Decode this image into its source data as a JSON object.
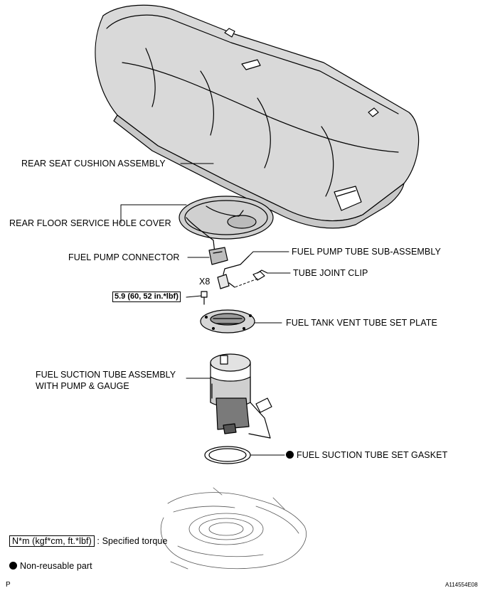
{
  "labels": {
    "rear_seat_cushion": "REAR SEAT CUSHION ASSEMBLY",
    "rear_floor_cover": "REAR FLOOR SERVICE HOLE COVER",
    "fuel_pump_connector": "FUEL PUMP CONNECTOR",
    "fuel_pump_tube": "FUEL PUMP TUBE SUB-ASSEMBLY",
    "tube_joint_clip": "TUBE JOINT CLIP",
    "x8": "X8",
    "torque_value": "5.9 (60, 52 in.*lbf)",
    "vent_tube_plate": "FUEL TANK VENT TUBE SET PLATE",
    "suction_tube_line1": "FUEL SUCTION TUBE ASSEMBLY",
    "suction_tube_line2": "WITH PUMP & GAUGE",
    "gasket": "FUEL SUCTION TUBE SET GASKET"
  },
  "legend": {
    "torque_unit": "N*m (kgf*cm, ft.*lbf)",
    "torque_desc": ": Specified torque",
    "nonreusable_desc": "Non-reusable part"
  },
  "footer": {
    "page_mark": "P",
    "figure_id": "A114554E08"
  }
}
